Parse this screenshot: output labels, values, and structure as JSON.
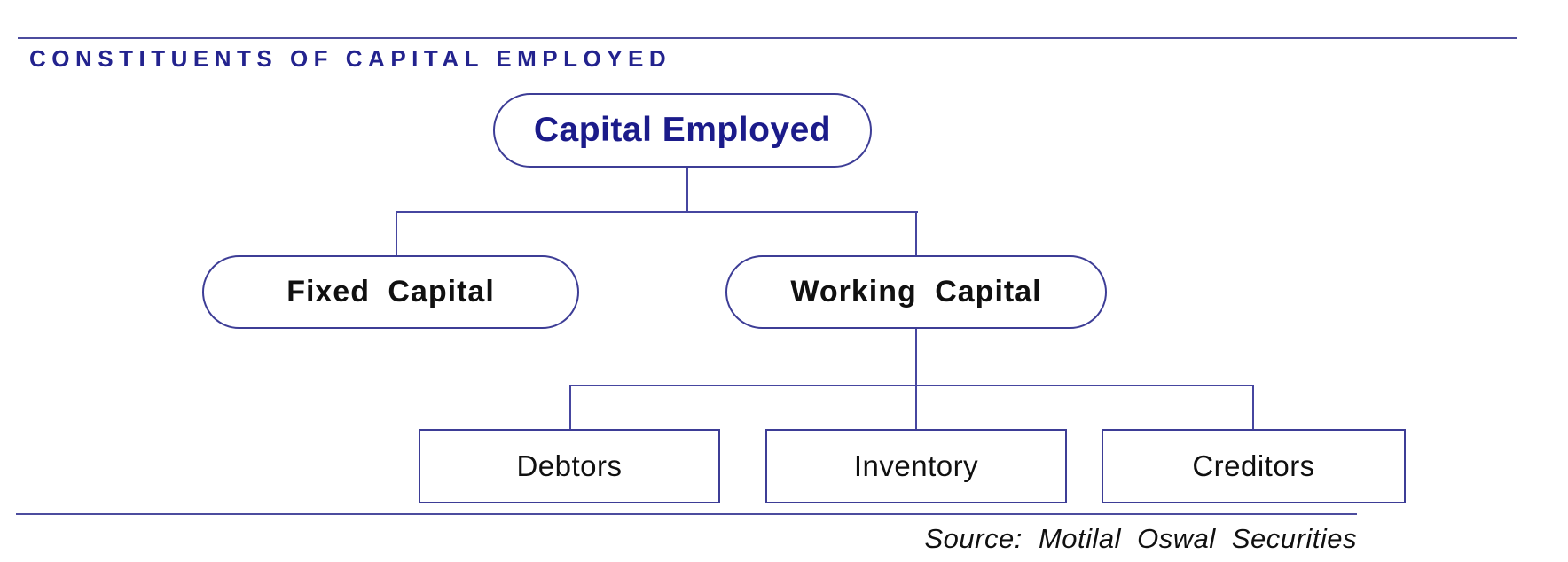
{
  "header": {
    "title": "CONSTITUENTS OF CAPITAL EMPLOYED"
  },
  "diagram": {
    "type": "hierarchy",
    "root": {
      "label": "Capital Employed",
      "shape": "stadium"
    },
    "level1": [
      {
        "label": "Fixed Capital",
        "shape": "stadium",
        "parent": "Capital Employed"
      },
      {
        "label": "Working Capital",
        "shape": "stadium",
        "parent": "Capital Employed"
      }
    ],
    "level2": [
      {
        "label": "Debtors",
        "shape": "rectangle",
        "parent": "Working Capital"
      },
      {
        "label": "Inventory",
        "shape": "rectangle",
        "parent": "Working Capital"
      },
      {
        "label": "Creditors",
        "shape": "rectangle",
        "parent": "Working Capital"
      }
    ]
  },
  "footer": {
    "source": "Source: Motilal Oswal Securities"
  },
  "colors": {
    "background": "#ffffff",
    "line": "#4646a0",
    "node_border": "#3d3d96",
    "title_text": "#23238e",
    "root_text": "#1b1b8a",
    "node_text": "#101010"
  }
}
